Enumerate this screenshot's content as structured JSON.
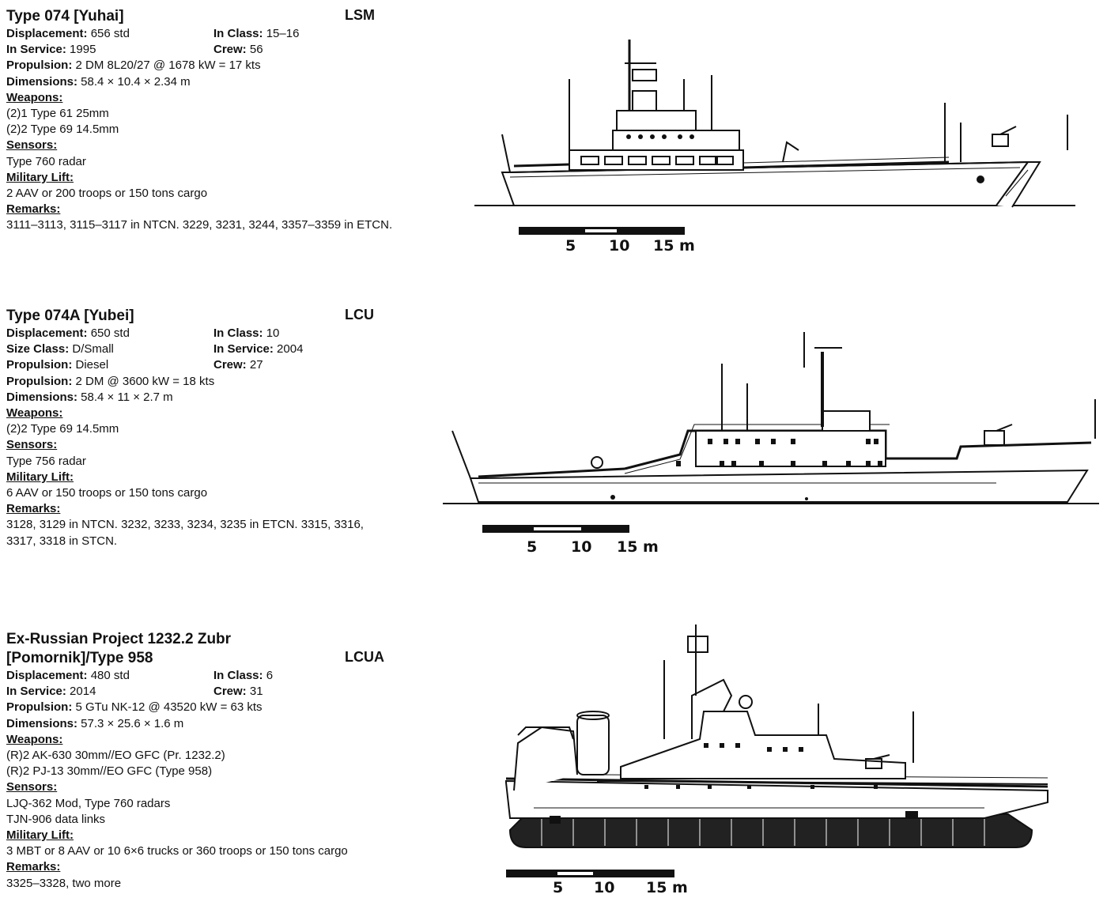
{
  "ships": [
    {
      "title_line1": "Type 074 [Yuhai]",
      "title_line2": "",
      "class_type": "LSM",
      "rows": [
        {
          "k1": "Displacement:",
          "v1": " 656 std",
          "k2": "In Class:",
          "v2": " 15–16"
        },
        {
          "k1": "In Service:",
          "v1": " 1995",
          "k2": "Crew:",
          "v2": " 56"
        }
      ],
      "propulsion_key": "Propulsion:",
      "propulsion": " 2 DM 8L20/27 @ 1678 kW = 17 kts",
      "dimensions_key": "Dimensions:",
      "dimensions": " 58.4 × 10.4 × 2.34 m",
      "weapons_label": "Weapons:",
      "weapons": [
        "(2)1 Type 61 25mm",
        "(2)2 Type 69 14.5mm"
      ],
      "sensors_label": "Sensors:",
      "sensors": [
        "Type 760 radar"
      ],
      "lift_label": "Military Lift:",
      "lift": [
        "2 AAV or 200 troops or 150 tons cargo"
      ],
      "remarks_label": "Remarks:",
      "remarks": "3111–3113, 3115–3117 in NTCN. 3229, 3231, 3244, 3357–3359 in ETCN.",
      "scale": [
        "5",
        "10",
        "15 m"
      ]
    },
    {
      "title_line1": "Type 074A [Yubei]",
      "title_line2": "",
      "class_type": "LCU",
      "rows": [
        {
          "k1": "Displacement:",
          "v1": " 650 std",
          "k2": "In Class:",
          "v2": " 10"
        },
        {
          "k1": "Size Class:",
          "v1": " D/Small",
          "k2": "In Service:",
          "v2": " 2004"
        },
        {
          "k1": "Propulsion:",
          "v1": " Diesel",
          "k2": "Crew:",
          "v2": " 27"
        }
      ],
      "propulsion_key": "Propulsion:",
      "propulsion": " 2 DM @ 3600 kW = 18 kts",
      "dimensions_key": "Dimensions:",
      "dimensions": " 58.4 × 11 × 2.7 m",
      "weapons_label": "Weapons:",
      "weapons": [
        "(2)2 Type 69 14.5mm"
      ],
      "sensors_label": "Sensors:",
      "sensors": [
        "Type 756 radar"
      ],
      "lift_label": "Military Lift:",
      "lift": [
        "6 AAV or 150 troops or 150 tons cargo"
      ],
      "remarks_label": "Remarks:",
      "remarks": "3128, 3129 in NTCN. 3232, 3233, 3234, 3235 in ETCN. 3315, 3316, 3317, 3318 in STCN.",
      "scale": [
        "5",
        "10",
        "15 m"
      ]
    },
    {
      "title_line1": "Ex-Russian Project 1232.2 Zubr",
      "title_line2": "[Pomornik]/Type 958",
      "class_type": "LCUA",
      "rows": [
        {
          "k1": "Displacement:",
          "v1": " 480 std",
          "k2": "In Class:",
          "v2": " 6"
        },
        {
          "k1": "In Service:",
          "v1": " 2014",
          "k2": "Crew:",
          "v2": " 31"
        }
      ],
      "propulsion_key": "Propulsion:",
      "propulsion": " 5 GTu NK-12 @ 43520 kW = 63 kts",
      "dimensions_key": "Dimensions:",
      "dimensions": " 57.3 × 25.6 × 1.6 m",
      "weapons_label": "Weapons:",
      "weapons": [
        "(R)2 AK-630 30mm//EO GFC (Pr. 1232.2)",
        "(R)2 PJ-13 30mm//EO GFC (Type 958)"
      ],
      "sensors_label": "Sensors:",
      "sensors": [
        "LJQ-362 Mod, Type 760 radars",
        "TJN-906 data links"
      ],
      "lift_label": "Military Lift:",
      "lift": [
        "3 MBT or 8 AAV or 10 6×6 trucks or 360 troops or 150 tons cargo"
      ],
      "remarks_label": "Remarks:",
      "remarks": "3325–3328, two more",
      "scale": [
        "5",
        "10",
        "15 m"
      ]
    }
  ]
}
